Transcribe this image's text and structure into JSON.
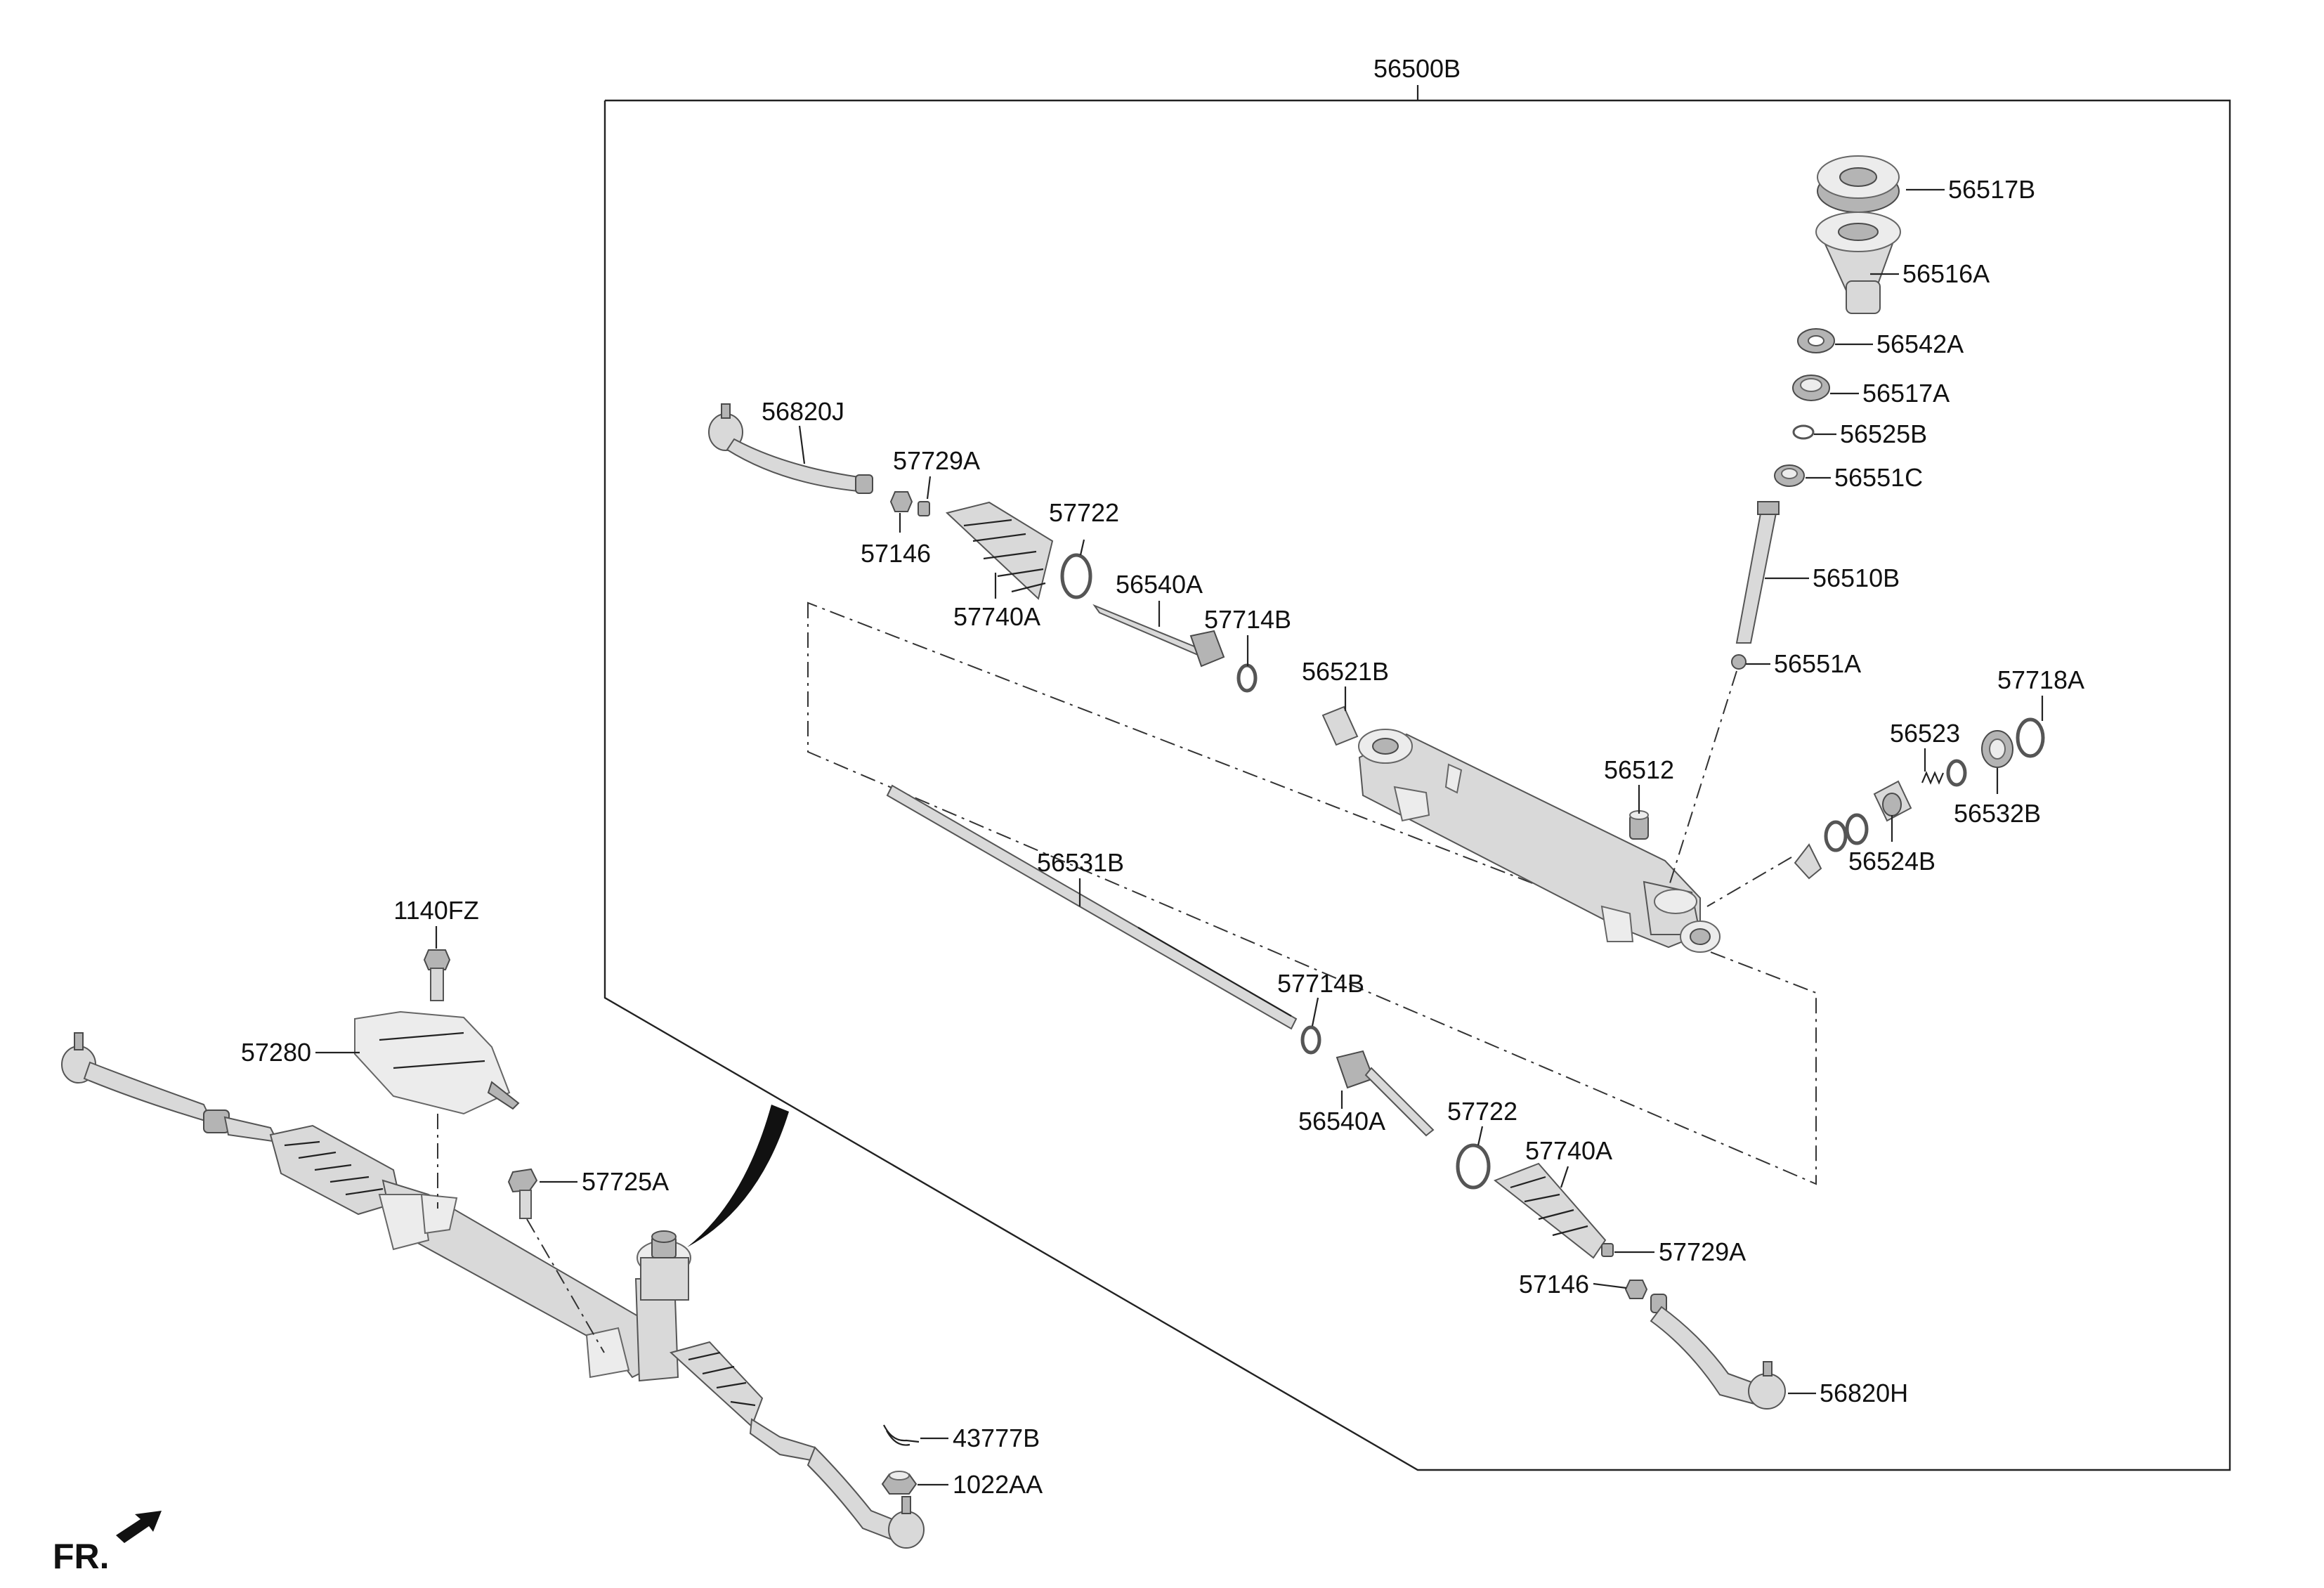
{
  "diagram": {
    "assembly_label": "56500B",
    "direction_label": "FR.",
    "parts": [
      "56517B",
      "56516A",
      "56542A",
      "56517A",
      "56525B",
      "56551C",
      "56510B",
      "56551A",
      "57718A",
      "56523",
      "56532B",
      "56524B",
      "56512",
      "56521B",
      "56820J",
      "57729A",
      "57146",
      "57740A",
      "57722",
      "56540A",
      "57714B",
      "56531B",
      "57714B",
      "56540A",
      "57722",
      "57740A",
      "57729A",
      "57146",
      "56820H",
      "1140FZ",
      "57280",
      "57725A",
      "43777B",
      "1022AA"
    ]
  }
}
